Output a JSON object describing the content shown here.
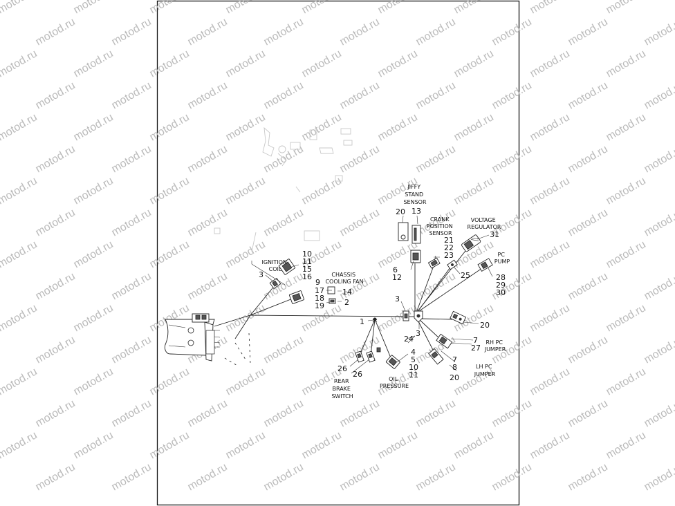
{
  "watermark": {
    "text": "motod.ru",
    "color": "#bbbbbb"
  },
  "labels": {
    "jiffy": [
      "JIFFY",
      "STAND",
      "SENSOR"
    ],
    "crank": [
      "CRANK",
      "POSITION",
      "SENSOR"
    ],
    "voltage": [
      "VOLTAGE",
      "REGULATOR"
    ],
    "pcpump": [
      "PC",
      "PUMP"
    ],
    "ignition": [
      "IGNITION",
      "COIL"
    ],
    "chassis": [
      "CHASSIS",
      "COOLING FAN"
    ],
    "rhpc": [
      "RH PC",
      "JUMPER"
    ],
    "lhpc": [
      "LH PC",
      "JUMPER"
    ],
    "oil": [
      "OIL",
      "PRESSURE"
    ],
    "rearbrake": [
      "REAR",
      "BRAKE",
      "SWITCH"
    ]
  },
  "numbers": {
    "n20a": "20",
    "n13": "13",
    "n21": "21",
    "n22": "22",
    "n23": "23",
    "n31": "31",
    "n6": "6",
    "n12": "12",
    "n25": "25",
    "n28": "28",
    "n29": "29",
    "n30": "30",
    "n10a": "10",
    "n11a": "11",
    "n15": "15",
    "n16": "16",
    "n3a": "3",
    "n9": "9",
    "n17": "17",
    "n18": "18",
    "n19": "19",
    "n14": "14",
    "n2": "2",
    "n3b": "3",
    "n3c": "3",
    "n1": "1",
    "n24": "24",
    "n20b": "20",
    "n7a": "7",
    "n27": "27",
    "n7b": "7",
    "n8": "8",
    "n20c": "20",
    "n4": "4",
    "n5": "5",
    "n10b": "10",
    "n11b": "11",
    "n26a": "26",
    "n26b": "26"
  }
}
